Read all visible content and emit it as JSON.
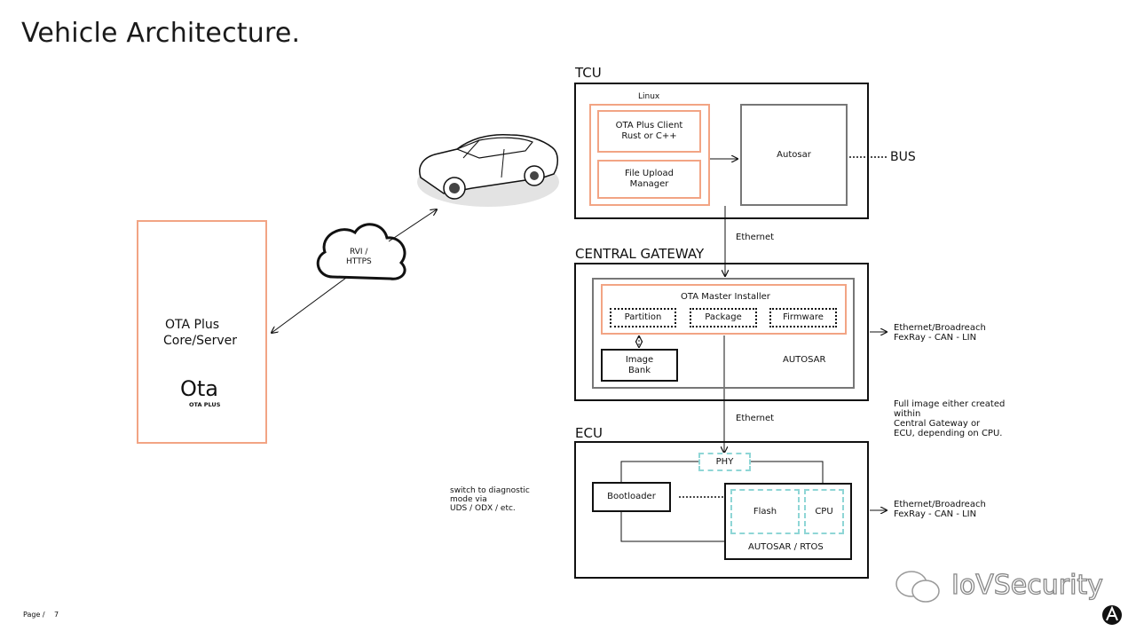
{
  "title": "Vehicle Architecture.",
  "server": {
    "label_line1": "OTA Plus",
    "label_line2": "Core/Server",
    "logo_text": "Ota",
    "logo_sub": "OTA PLUS"
  },
  "cloud": {
    "label_line1": "RVI /",
    "label_line2": "HTTPS"
  },
  "tcu": {
    "label": "TCU",
    "linux": "Linux",
    "client_line1": "OTA Plus Client",
    "client_line2": "Rust or C++",
    "upload_line1": "File Upload",
    "upload_line2": "Manager",
    "autosar": "Autosar",
    "bus": "BUS"
  },
  "ethernet1": "Ethernet",
  "gateway": {
    "label": "CENTRAL GATEWAY",
    "installer": "OTA Master Installer",
    "partition": "Partition",
    "package": "Package",
    "firmware": "Firmware",
    "image_bank_line1": "Image",
    "image_bank_line2": "Bank",
    "autosar": "AUTOSAR",
    "side_line1": "Ethernet/Broadreach",
    "side_line2": "FexRay - CAN - LIN"
  },
  "note": {
    "line1": "Full image either created",
    "line2": "within",
    "line3": "Central Gateway or",
    "line4": "ECU, depending on CPU."
  },
  "ethernet2": "Ethernet",
  "ecu": {
    "label": "ECU",
    "phy": "PHY",
    "bootloader": "Bootloader",
    "flash": "Flash",
    "cpu": "CPU",
    "autosar_rtos": "AUTOSAR / RTOS",
    "side_line1": "Ethernet/Broadreach",
    "side_line2": "FexRay - CAN - LIN"
  },
  "diag": {
    "line1": "switch to diagnostic",
    "line2": "mode via",
    "line3": "UDS / ODX / etc."
  },
  "footer": {
    "page_label": "Page /",
    "page_number": "7"
  },
  "watermark": "IoVSecurity",
  "colors": {
    "orange": "#f2a484",
    "gray": "#777777",
    "teal": "#8fd6d6",
    "black": "#111111"
  }
}
